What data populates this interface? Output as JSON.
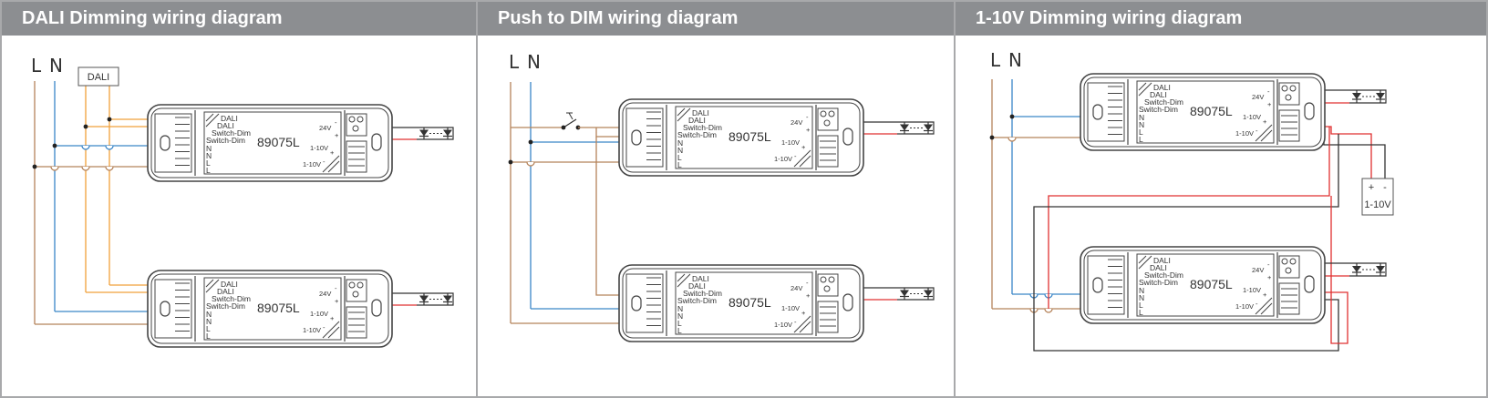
{
  "panels": [
    {
      "id": "dali",
      "title": "DALI Dimming wiring diagram",
      "mains": [
        "L",
        "N"
      ],
      "controller_label": "DALI"
    },
    {
      "id": "push",
      "title": "Push to DIM wiring diagram",
      "mains": [
        "L",
        "N"
      ]
    },
    {
      "id": "v110",
      "title": "1-10V Dimming wiring diagram",
      "mains": [
        "L",
        "N"
      ],
      "controller_plus": "+",
      "controller_minus": "-",
      "controller_label": "1-10V"
    }
  ],
  "driver": {
    "model": "89075L",
    "input_labels": [
      "DALI",
      "DALI",
      "Switch-Dim",
      "Switch-Dim",
      "N",
      "N",
      "L",
      "L"
    ],
    "out_label": "24V",
    "plus": "+",
    "minus": "-",
    "dim_label_a": "1-10V",
    "dim_label_b": "1-10V"
  },
  "colors": {
    "header_bg": "#8c8e91",
    "live_wire": "#b5835a",
    "neutral_wire": "#3a86c8",
    "dali_wire": "#f0a03a",
    "positive_wire": "#e03030",
    "negative_wire": "#333333"
  }
}
